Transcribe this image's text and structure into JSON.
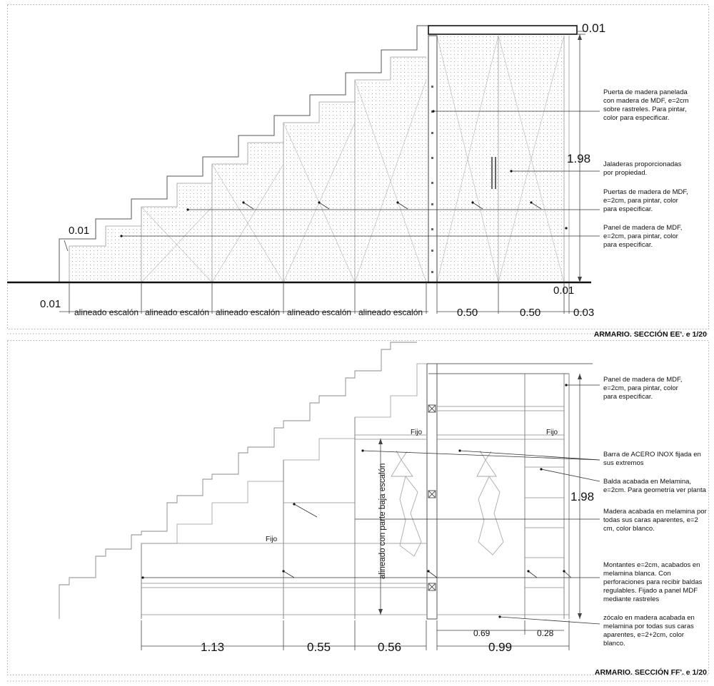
{
  "top": {
    "title": "ARMARIO. SECCIÓN EE'. e 1/20",
    "notes": [
      [
        "Puerta de madera panelada",
        "con madera de MDF, e=2cm",
        "sobre rastreles. Para pintar,",
        "color para especificar."
      ],
      [
        "Jaladeras proporcionadas",
        "por propiedad."
      ],
      [
        "Puertas de madera de MDF,",
        "e=2cm, para pintar, color",
        "para especificar."
      ],
      [
        "Panel de madera de MDF,",
        "e=2cm, para pintar, color",
        "para especificar."
      ]
    ],
    "dims": {
      "top_right": "0.01",
      "height": "1.98",
      "left_step": "0.01",
      "bottom_left": "0.01",
      "bottom_right": "0.01",
      "steps": [
        "alineado escalón",
        "alineado escalón",
        "alineado escalón",
        "alineado escalón",
        "alineado escalón"
      ],
      "right": [
        "0.50",
        "0.50",
        "0.03"
      ]
    }
  },
  "bottom": {
    "title": "ARMARIO. SECCIÓN FF'. e 1/20",
    "notes": [
      [
        "Panel de madera de MDF,",
        "e=2cm, para pintar, color",
        "para especificar."
      ],
      [
        "Barra de ACERO INOX fijada en",
        "sus extremos"
      ],
      [
        "Balda acabada en Melamina,",
        "e=2cm. Para geometría ver planta"
      ],
      [
        "Madera acabada en melamina por",
        "todas sus caras aparentes, e=2",
        "cm, color blanco."
      ],
      [
        "Montantes e=2cm, acabados en",
        "melamina blanca. Con",
        "perforaciones para recibir baldas",
        "regulables. Fijado a panel MDF",
        "mediante rastreles"
      ],
      [
        "zócalo en madera acabada en",
        "melamina por todas sus caras",
        "aparentes, e=2+2cm, color",
        "blanco."
      ]
    ],
    "labels": {
      "fijo_1": "Fijo",
      "fijo_2": "Fijo",
      "fijo_3": "Fijo",
      "vertical": "alineado con parte baja escalón"
    },
    "dims": {
      "height": "1.98",
      "bottom": [
        "1.13",
        "0.55",
        "0.56",
        "0.99"
      ],
      "sub": [
        "0.69",
        "0.28"
      ]
    }
  }
}
